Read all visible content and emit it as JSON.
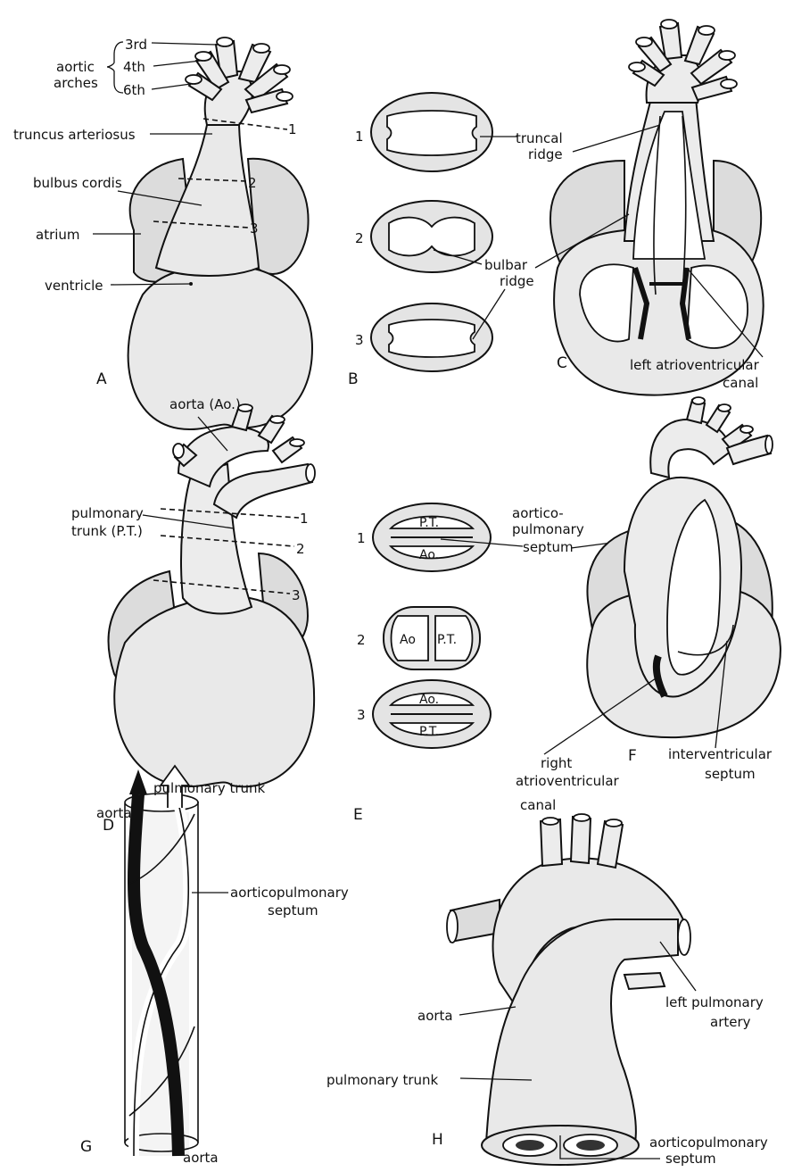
{
  "panels": {
    "A": "A",
    "B": "B",
    "C": "C",
    "D": "D",
    "E": "E",
    "F": "F",
    "G": "G",
    "H": "H"
  },
  "panel_a": {
    "arch_3rd": "3rd",
    "arch_4th": "4th",
    "arch_6th": "6th",
    "aortic": "aortic",
    "arches": "arches",
    "truncus": "truncus arteriosus",
    "bulbus": "bulbus cordis",
    "atrium": "atrium",
    "ventricle": "ventricle",
    "level_1": "1",
    "level_2": "2",
    "level_3": "3"
  },
  "panel_b": {
    "num_1": "1",
    "num_2": "2",
    "num_3": "3",
    "bulbar": "bulbar",
    "ridge": "ridge"
  },
  "panel_c": {
    "truncal": "truncal",
    "ridge": "ridge",
    "left_av": "left atrioventricular",
    "canal": "canal"
  },
  "panel_d": {
    "aorta": "aorta (Ao.)",
    "pulmonary": "pulmonary",
    "trunk": "trunk (P.T.)",
    "level_1": "1",
    "level_2": "2",
    "level_3": "3"
  },
  "panel_e": {
    "num_1": "1",
    "num_2": "2",
    "num_3": "3",
    "pt": "P.T.",
    "ao": "Ao.",
    "ao_short": "Ao",
    "aortico": "aortico-",
    "pulmonary": "pulmonary",
    "septum": "septum"
  },
  "panel_f": {
    "right": "right",
    "atrioventricular": "atrioventricular",
    "canal": "canal",
    "interventricular": "interventricular",
    "septum": "septum"
  },
  "panel_g": {
    "aorta_top": "aorta",
    "pulmonary_trunk": "pulmonary trunk",
    "aortico": "aorticopulmonary",
    "septum": "septum",
    "aorta_bottom": "aorta"
  },
  "panel_h": {
    "aorta": "aorta",
    "left_pulm": "left pulmonary",
    "artery": "artery",
    "pulm_trunk": "pulmonary trunk",
    "aortico": "aorticopulmonary",
    "septum": "septum"
  }
}
